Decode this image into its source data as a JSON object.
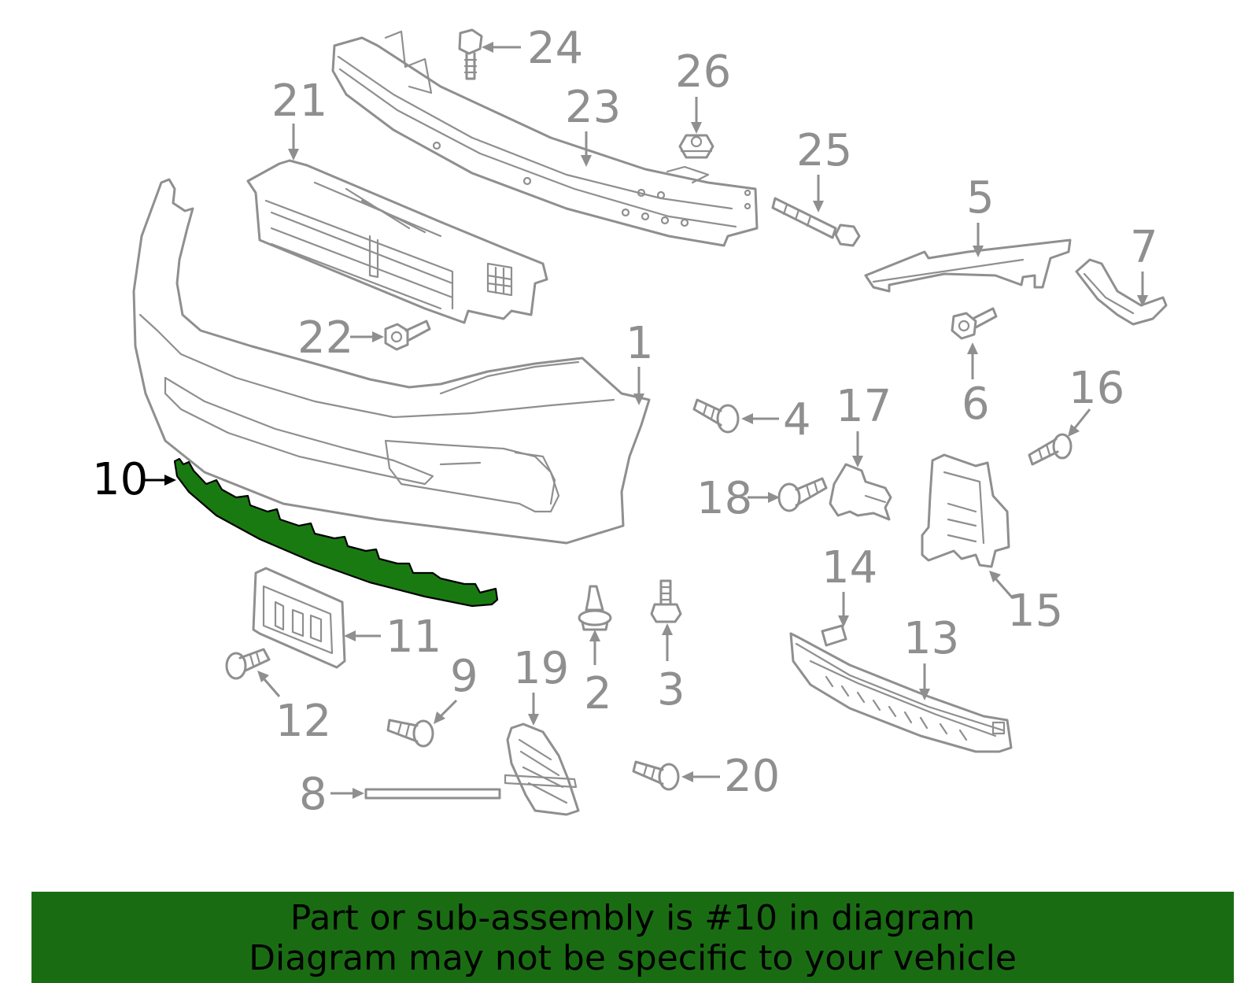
{
  "diagram": {
    "highlighted_part": "10",
    "highlight_color": "#1a7a12",
    "banner_color": "#1a6c13",
    "callouts": [
      "1",
      "2",
      "3",
      "4",
      "5",
      "6",
      "7",
      "8",
      "9",
      "10",
      "11",
      "12",
      "13",
      "14",
      "15",
      "16",
      "17",
      "18",
      "19",
      "20",
      "21",
      "22",
      "23",
      "24",
      "25",
      "26"
    ]
  },
  "banner": {
    "line1": "Part or sub-assembly is #10 in diagram",
    "line2": "Diagram may not be specific to your vehicle"
  }
}
